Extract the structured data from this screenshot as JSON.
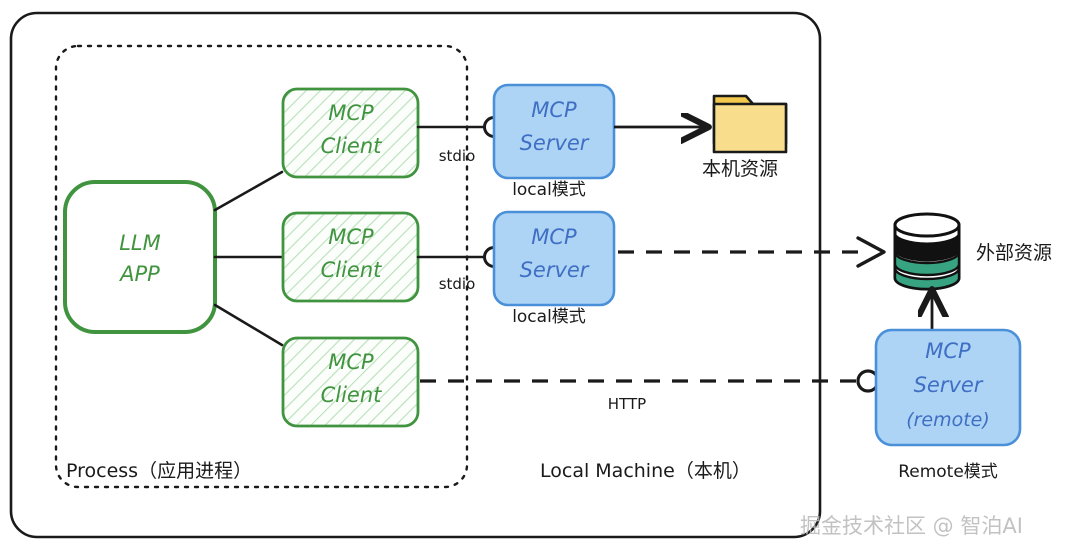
{
  "diagram": {
    "title": "MCP architecture diagram",
    "zones": [
      {
        "id": "process",
        "label": "Process（应用进程）",
        "style": "dotted"
      },
      {
        "id": "local-machine",
        "label": "Local Machine（本机）",
        "style": "solid"
      }
    ],
    "nodes": {
      "llm_app": {
        "line1": "LLM",
        "line2": "APP"
      },
      "mcp_client_1": {
        "line1": "MCP",
        "line2": "Client"
      },
      "mcp_client_2": {
        "line1": "MCP",
        "line2": "Client"
      },
      "mcp_client_3": {
        "line1": "MCP",
        "line2": "Client"
      },
      "mcp_server_1": {
        "line1": "MCP",
        "line2": "Server",
        "caption": "local模式"
      },
      "mcp_server_2": {
        "line1": "MCP",
        "line2": "Server",
        "caption": "local模式"
      },
      "mcp_server_remote": {
        "line1": "MCP",
        "line2": "Server",
        "line3": "(remote)",
        "caption": "Remote模式"
      },
      "local_resource": {
        "label": "本机资源",
        "icon": "folder-icon"
      },
      "external_resource": {
        "label": "外部资源",
        "icon": "database-cylinder-icon"
      }
    },
    "edges": [
      {
        "id": "client1-server1",
        "label": "stdio",
        "style": "solid"
      },
      {
        "id": "client2-server2",
        "label": "stdio",
        "style": "solid"
      },
      {
        "id": "client3-remote",
        "label": "HTTP",
        "style": "dashed"
      },
      {
        "id": "server1-local-resource",
        "label": "",
        "style": "solid-arrow"
      },
      {
        "id": "server2-external-resource",
        "label": "",
        "style": "dashed-arrow"
      },
      {
        "id": "remote-external-resource",
        "label": "",
        "style": "solid-arrow"
      }
    ],
    "colors": {
      "client_border": "#41943f",
      "client_fill": "#f4fbf4",
      "client_text": "#41943f",
      "server_border": "#4a90d9",
      "server_fill": "#aed4f5",
      "server_text": "#3f6fc4",
      "folder_fill": "#f5d97b",
      "folder_border": "#1a1a1a",
      "database_band": "#37a381",
      "line": "#1a1a1a",
      "watermark": "#b8b8b8"
    },
    "watermark": "掘金技术社区 @ 智泊AI"
  }
}
